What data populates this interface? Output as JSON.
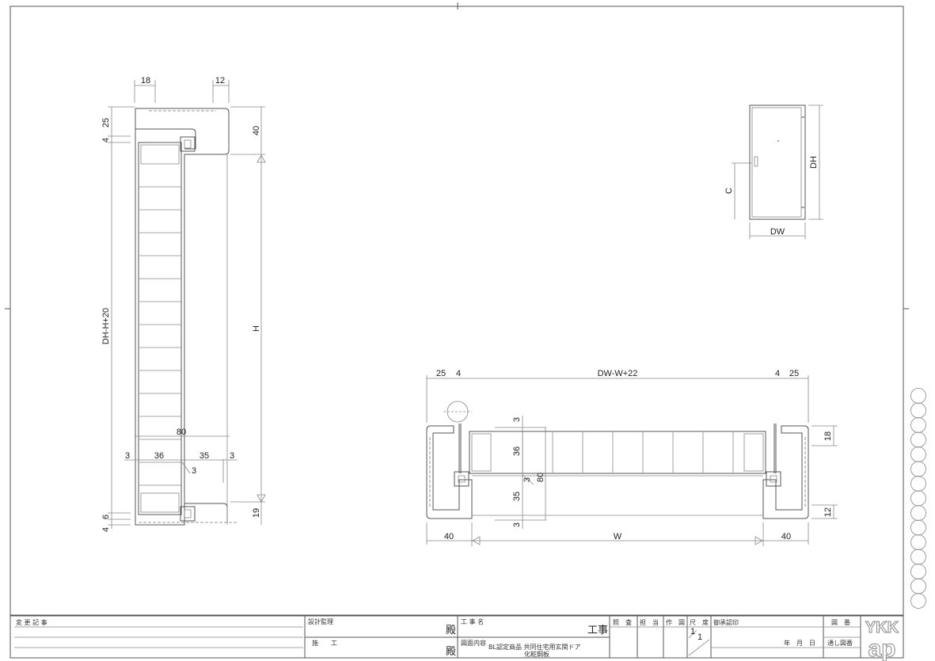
{
  "section_vertical": {
    "top_dims": [
      "18",
      "12"
    ],
    "left_dims": [
      "25",
      "4",
      "DH-H+20",
      "6",
      "4"
    ],
    "right_dims": [
      "40",
      "H",
      "19"
    ],
    "bottom_dims": {
      "overall": "80",
      "a": "3",
      "b": "36",
      "c": "35",
      "d": "3",
      "gap": "3"
    }
  },
  "elevation": {
    "height_label": "DH",
    "handle_label": "C",
    "width_label": "DW"
  },
  "section_plan": {
    "top_dims": [
      "25",
      "4",
      "DW-W+22",
      "4",
      "25"
    ],
    "bottom_dims": [
      "40",
      "W",
      "40"
    ],
    "right_dims": [
      "18",
      "12"
    ],
    "mid_dims": {
      "a": "3",
      "b": "36",
      "overall": "80",
      "gap": "3",
      "c": "35",
      "d": "3"
    }
  },
  "title_block": {
    "change_record": "変 更 記 事",
    "design_supervision": "設計監理",
    "construction": "施　　工",
    "honorific": "殿",
    "project_name_label": "工 事 名",
    "project_suffix": "工事",
    "drawing_content_label": "図面内容",
    "drawing_content_line1": "BL認定商品 共同住宅用玄関ドア",
    "drawing_content_line2": "化粧鋼板",
    "check": "照　査",
    "charge": "担　当",
    "drafting": "作　図",
    "scale": "尺　度",
    "scale_num": "1",
    "scale_den": "1",
    "approval": "御承認印",
    "date": "年　月　日",
    "drawing_no": "図　番",
    "serial_no": "通し図番",
    "logo": "YKK ap"
  }
}
